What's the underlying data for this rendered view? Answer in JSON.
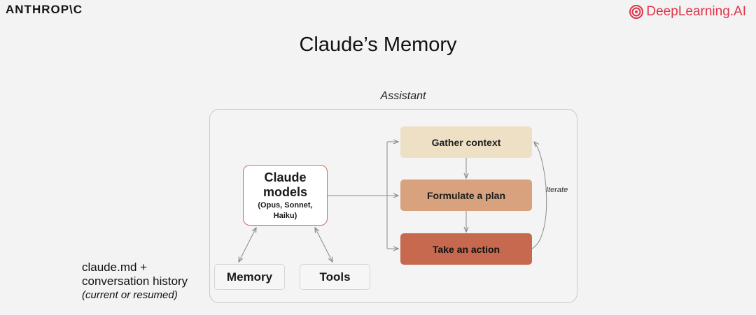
{
  "header": {
    "brand_left": "ANTHROP\\C",
    "brand_right": "DeepLearning.AI",
    "title": "Claude’s Memory"
  },
  "diagram": {
    "container_label": "Assistant",
    "models": {
      "line1": "Claude",
      "line2": "models",
      "line3": "(Opus, Sonnet,",
      "line4": "Haiku)"
    },
    "steps": [
      "Gather context",
      "Formulate a plan",
      "Take an action"
    ],
    "loop_label": "Iterate",
    "components": [
      "Memory",
      "Tools"
    ]
  },
  "side_note": {
    "line1": "claude.md  +",
    "line2": "conversation history",
    "line3": "(current or resumed)"
  },
  "colors": {
    "accent_brand": "#e0344b",
    "gather_fill": "#ede0c5",
    "plan_fill": "#d8a27e",
    "action_fill": "#c6694f",
    "models_border": "#c77058"
  }
}
